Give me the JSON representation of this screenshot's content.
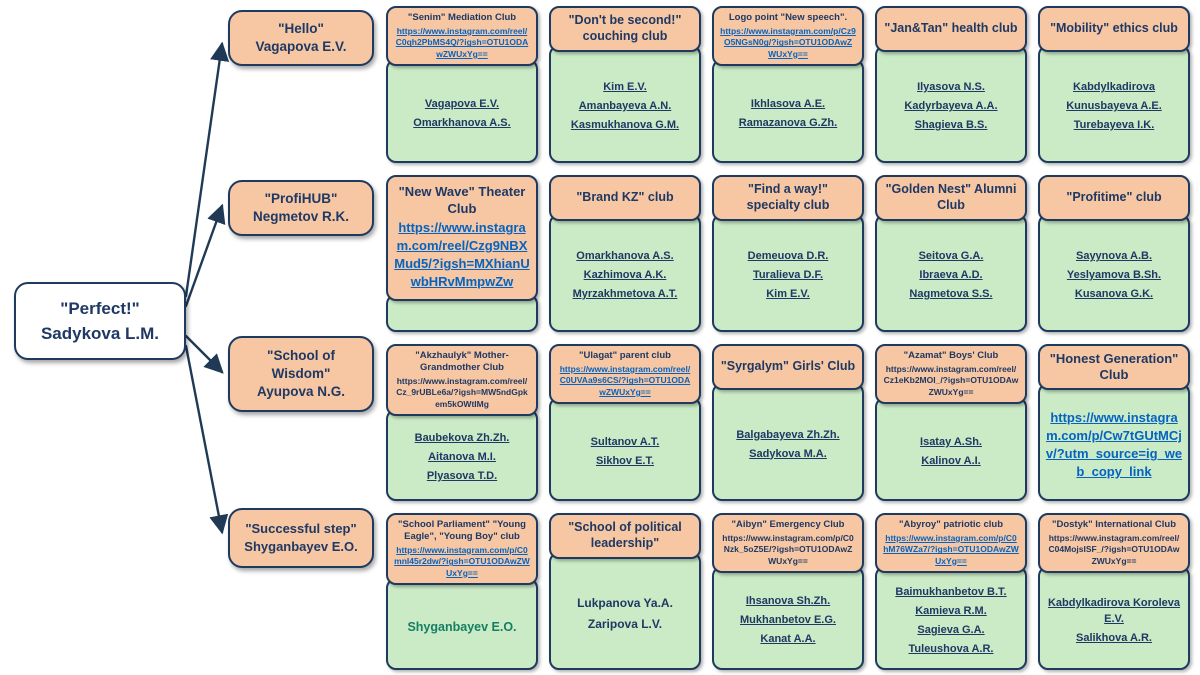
{
  "colors": {
    "header_bg": "#f6c7a2",
    "body_bg": "#cbeac6",
    "border": "#1f3a5f",
    "title_text": "#1f3864",
    "link_blue": "#0563c1",
    "member_text": "#1f3864",
    "member_teal": "#147f63",
    "arrow": "#203a56"
  },
  "root": {
    "line1": "\"Perfect!\"",
    "line2": "Sadykova L.M."
  },
  "branches": [
    {
      "line1": "\"Hello\"",
      "line2": "Vagapova E.V."
    },
    {
      "line1": "\"ProfiHUB\"",
      "line2": "Negmetov R.K."
    },
    {
      "line1": "\"School of Wisdom\"",
      "line2": "Ayupova N.G."
    },
    {
      "line1": "\"Successful step\"",
      "line2": "Shyganbayev E.O."
    }
  ],
  "rows": [
    [
      {
        "title": "\"Senim\" Mediation Club",
        "link": "https://www.instagram.com/reel/C0qh2PbMS4Q/?igsh=OTU1ODAwZWUxYg==",
        "members": [
          "Vagapova E.V.",
          "Omarkhanova A.S."
        ]
      },
      {
        "title": "\"Don't be second!\" couching club",
        "members": [
          "Kim E.V.",
          "Amanbayeva A.N.",
          "Kasmukhanova G.M."
        ]
      },
      {
        "title": "Logo point \"New speech\".",
        "link": "https://www.instagram.com/p/Cz9O5NGsN0g/?igsh=OTU1ODAwZWUxYg==",
        "members": [
          "Ikhlasova A.E.",
          "Ramazanova G.Zh."
        ]
      },
      {
        "title": "\"Jan&Tan\" health club",
        "members": [
          "Ilyasova N.S.",
          "Kadyrbayeva A.A.",
          "Shagieva B.S."
        ]
      },
      {
        "title": "\"Mobility\" ethics club",
        "members": [
          "Kabdylkadirova",
          "Kunusbayeva A.E.",
          "Turebayeva I.K."
        ]
      }
    ],
    [
      {
        "title": "\"New Wave\" Theater Club",
        "link": "https://www.instagram.com/reel/Czg9NBXMud5/?igsh=MXhianUwbHRvMmpwZw",
        "members": []
      },
      {
        "title": "\"Brand KZ\" club",
        "members": [
          "Omarkhanova A.S.",
          "Kazhimova A.K.",
          "Myrzakhmetova A.T."
        ]
      },
      {
        "title": "\"Find a way!\" specialty club",
        "members": [
          "Demeuova D.R.",
          "Turalieva D.F.",
          "Kim E.V."
        ]
      },
      {
        "title": "\"Golden Nest\" Alumni Club",
        "members": [
          "Seitova G.A.",
          "Ibraeva A.D.",
          "Nagmetova S.S."
        ]
      },
      {
        "title": "\"Profitime\" club",
        "members": [
          "Sayynova A.B.",
          "Yeslyamova B.Sh.",
          "Kusanova G.K."
        ]
      }
    ],
    [
      {
        "title": "\"Akzhaulyk\" Mother-Grandmother Club",
        "link": "https://www.instagram.com/reel/Cz_9rUBLe6a/?igsh=MW5ndGpkem5kOWtIMg",
        "members": [
          "Baubekova Zh.Zh.",
          "Aitanova M.I.",
          "Plyasova T.D."
        ]
      },
      {
        "title": "\"Ulagat\" parent club",
        "link": "https://www.instagram.com/reel/C0UVAa9s6CS/?igsh=OTU1ODAwZWUxYg==",
        "members": [
          "Sultanov A.T.",
          "Sikhov E.T."
        ]
      },
      {
        "title": "\"Syrgalym\" Girls' Club",
        "members": [
          "Balgabayeva Zh.Zh.",
          "Sadykova M.A."
        ]
      },
      {
        "title": "\"Azamat\" Boys' Club",
        "link": "https://www.instagram.com/reel/Cz1eKb2MOI_/?igsh=OTU1ODAwZWUxYg==",
        "members": [
          "Isatay A.Sh.",
          "Kalinov A.I."
        ]
      },
      {
        "title": "\"Honest Generation\" Club",
        "link": "https://www.instagram.com/p/Cw7tGUtMCjv/?utm_source=ig_web_copy_link",
        "members": []
      }
    ],
    [
      {
        "title": "\"School Parliament\" \"Young Eagle\", \"Young Boy\" club",
        "link": "https://www.instagram.com/p/C0mnI45r2dw/?igsh=OTU1ODAwZWUxYg==",
        "members": [
          "Shyganbayev E.O."
        ]
      },
      {
        "title": "\"School of political leadership\"",
        "members": [
          "Lukpanova Ya.A.",
          "Zaripova L.V."
        ]
      },
      {
        "title": "\"Aibyn\" Emergency Club",
        "link": "https://www.instagram.com/p/C0Nzk_5oZ5E/?igsh=OTU1ODAwZWUxYg==",
        "members": [
          "Ihsanova Sh.Zh.",
          "Mukhanbetov E.G.",
          "Kanat A.A."
        ]
      },
      {
        "title": "\"Abyroy\" patriotic club",
        "link": "https://www.instagram.com/p/C0hM76WZa7/?igsh=OTU1ODAwZWUxYg==",
        "members": [
          "Baimukhanbetov B.T.",
          "Kamieva R.M.",
          "Sagieva G.A.",
          "Tuleushova A.R."
        ]
      },
      {
        "title": "\"Dostyk\" International Club",
        "link": "https://www.instagram.com/reel/C04MojsISF_/?igsh=OTU1ODAwZWUxYg==",
        "members": [
          "Kabdylkadirova Koroleva E.V.",
          "Salikhova A.R."
        ]
      }
    ]
  ]
}
